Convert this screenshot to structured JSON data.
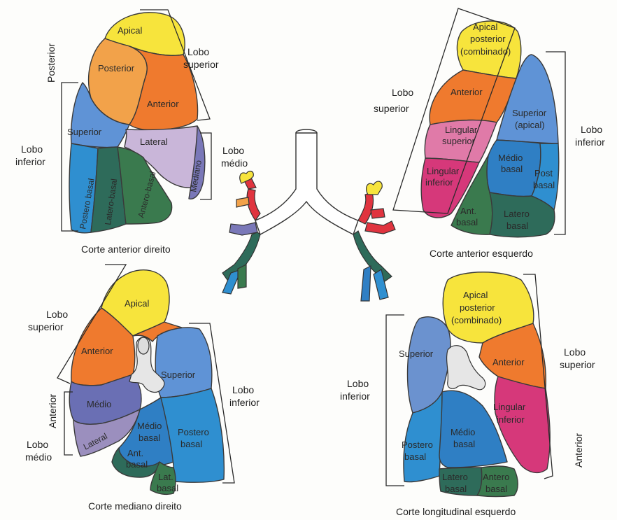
{
  "colors": {
    "apical": "#f7e43c",
    "posterior": "#f2a24a",
    "anterior": "#ef7a2e",
    "superior": "#5f93d6",
    "lateral": "#c9b6d9",
    "medial": "#7a78b8",
    "posterobasal": "#2f8fd0",
    "laterobasal": "#2e6b5a",
    "anterobasal": "#3a7a4e",
    "mediobasal": "#2f7fc4",
    "lingular_sup": "#e07aa8",
    "lingular_inf": "#d6387a",
    "medio": "#6a6fb4",
    "trachea": "#ffffff",
    "bronchus_red": "#e0343f"
  },
  "panel_tl": {
    "caption": "Corte anterior direito",
    "side_top": "Posterior",
    "lobo_superior": [
      "Lobo",
      "superior"
    ],
    "lobo_inferior": [
      "Lobo",
      "inferior"
    ],
    "lobo_medio": [
      "Lobo",
      "médio"
    ],
    "segments": {
      "apical": "Apical",
      "posterior": "Posterior",
      "anterior": "Anterior",
      "superior": "Superior",
      "lateral": "Lateral",
      "mediano": "Mediano",
      "postero_basal": "Postero basal",
      "latero_basal": "Latero-basal",
      "antero_basal": "Antero-basal"
    }
  },
  "panel_tr": {
    "caption": "Corte anterior esquerdo",
    "lobo_superior": [
      "Lobo",
      "superior"
    ],
    "lobo_inferior": [
      "Lobo",
      "inferior"
    ],
    "segments": {
      "apical_posterior": [
        "Apical",
        "posterior",
        "(combinado)"
      ],
      "anterior": "Anterior",
      "lingular_superior": [
        "Lingular",
        "superior"
      ],
      "lingular_inferior": [
        "Lingular",
        "inferior"
      ],
      "superior_apical": [
        "Superior",
        "(apical)"
      ],
      "medio_basal": [
        "Médio",
        "basal"
      ],
      "post_basal": [
        "Post",
        "basal"
      ],
      "ant_basal": [
        "Ant.",
        "basal"
      ],
      "latero_basal": [
        "Latero",
        "basal"
      ]
    }
  },
  "panel_bl": {
    "caption": "Corte mediano direito",
    "lobo_superior": [
      "Lobo",
      "superior"
    ],
    "lobo_inferior": [
      "Lobo",
      "inferior"
    ],
    "lobo_medio": [
      "Lobo",
      "médio"
    ],
    "side_anterior": "Anterior",
    "segments": {
      "apical": "Apical",
      "anterior": "Anterior",
      "superior": "Superior",
      "medio": "Médio",
      "lateral": "Lateral",
      "medio_basal": [
        "Médio",
        "basal"
      ],
      "postero_basal": [
        "Postero",
        "basal"
      ],
      "ant_basal": [
        "Ant.",
        "basal"
      ],
      "lat_basal": [
        "Lat.",
        "basal"
      ]
    }
  },
  "panel_br": {
    "caption": "Corte longitudinal esquerdo",
    "lobo_inferior": [
      "Lobo",
      "inferior"
    ],
    "lobo_superior": [
      "Lobo",
      "superior"
    ],
    "side_anterior": "Anterior",
    "segments": {
      "apical_posterior": [
        "Apical",
        "posterior",
        "(combinado)"
      ],
      "superior": "Superior",
      "anterior": "Anterior",
      "lingular_inferior": [
        "Lingular",
        "inferior"
      ],
      "postero_basal": [
        "Postero",
        "basal"
      ],
      "medio_basal": [
        "Médio",
        "basal"
      ],
      "latero_basal": [
        "Latero",
        "basal"
      ],
      "antero_basal": [
        "Antero",
        "basal"
      ]
    }
  }
}
